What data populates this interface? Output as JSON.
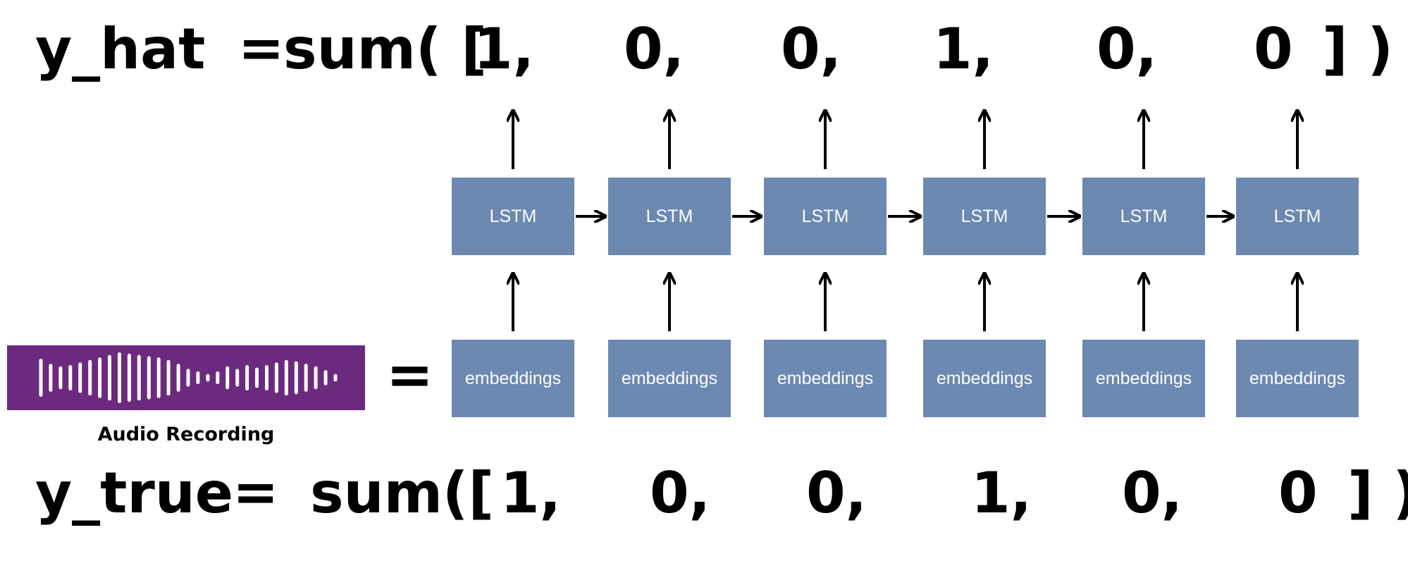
{
  "colors": {
    "box_fill": "#6b89b1",
    "box_text": "#ffffff",
    "audio_fill": "#6c2a7f",
    "audio_wave": "#ffffff",
    "ink": "#000000"
  },
  "top_equation": {
    "lhs": "y_hat",
    "eq": "=",
    "open": "sum( [",
    "values": [
      "1,",
      "0,",
      "0,",
      "1,",
      "0,",
      "0"
    ],
    "close": "] )"
  },
  "bottom_equation": {
    "lhs": "y_true",
    "eq": "=",
    "open": "sum([",
    "values": [
      "1,",
      "0,",
      "0,",
      "1,",
      "0,",
      "0"
    ],
    "close": "] )"
  },
  "lstm_labels": [
    "LSTM",
    "LSTM",
    "LSTM",
    "LSTM",
    "LSTM",
    "LSTM"
  ],
  "embedding_labels": [
    "embeddings",
    "embeddings",
    "embeddings",
    "embeddings",
    "embeddings",
    "embeddings"
  ],
  "audio": {
    "label": "Audio Recording",
    "equals": "=",
    "icon": "audio-waveform-icon",
    "bar_levels": [
      0.75,
      0.55,
      0.45,
      0.5,
      0.6,
      0.7,
      0.8,
      0.9,
      1.0,
      0.95,
      0.9,
      0.85,
      0.8,
      0.7,
      0.55,
      0.35,
      0.25,
      0.15,
      0.25,
      0.45,
      0.35,
      0.5,
      0.4,
      0.5,
      0.6,
      0.7,
      0.65,
      0.55,
      0.45,
      0.3,
      0.15
    ]
  }
}
